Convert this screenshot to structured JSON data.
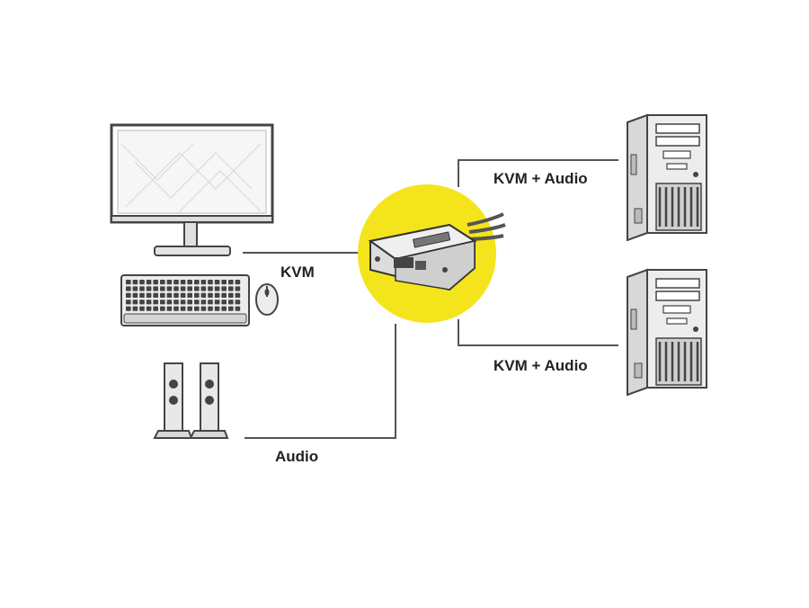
{
  "labels": {
    "kvm": "KVM",
    "audio": "Audio",
    "kvm_audio_top": "KVM + Audio",
    "kvm_audio_bottom": "KVM + Audio"
  },
  "colors": {
    "highlight": "#f4e41c",
    "line": "#555555",
    "device_outline": "#444444",
    "device_fill": "#e8e8e8"
  }
}
